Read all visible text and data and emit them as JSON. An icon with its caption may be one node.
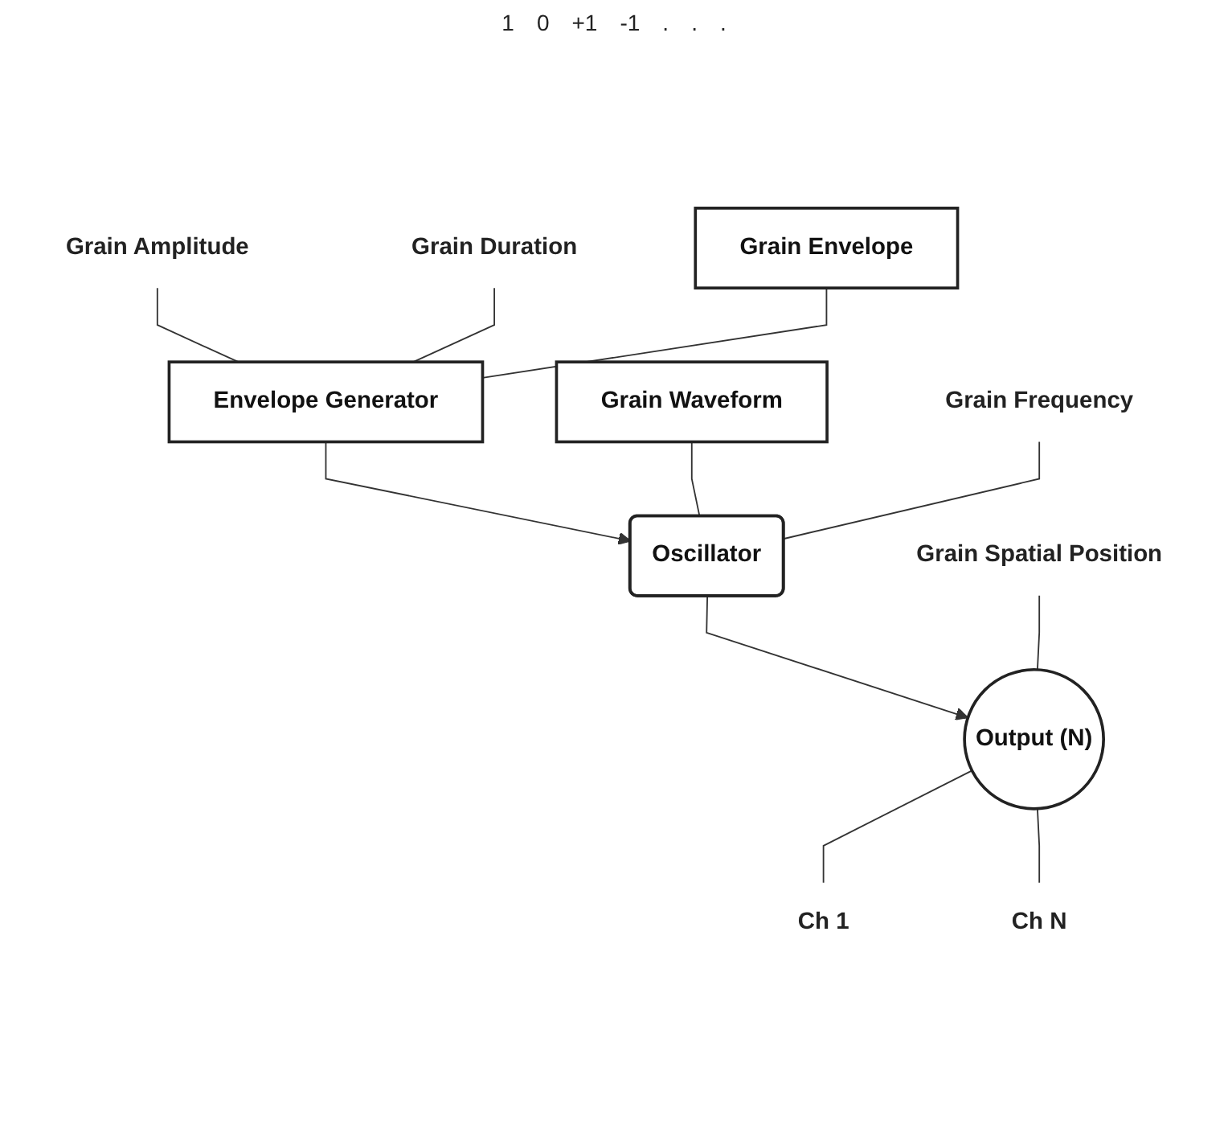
{
  "diagram": {
    "nodes": [
      {
        "text": [
          "Grain Amplitude"
        ]
      },
      {
        "text": [
          "Grain Duration"
        ]
      },
      {
        "text": [
          "Grain Envelope"
        ]
      },
      {
        "text": [
          "Envelope Generator"
        ]
      },
      {
        "text": [
          "Grain Waveform"
        ]
      },
      {
        "text": [
          "Oscillator"
        ]
      },
      {
        "text": [
          "Grain Frequency"
        ]
      },
      {
        "text": [
          "Grain Spatial Position"
        ]
      },
      {
        "text": [
          "Output (N)"
        ]
      },
      {
        "text": [
          "Ch 1"
        ]
      },
      {
        "text": [
          "Ch N"
        ]
      }
    ],
    "edges": [
      {
        "from": 0,
        "to": 3,
        "arrow": "none"
      },
      {
        "from": 1,
        "to": 3,
        "arrow": "none"
      },
      {
        "from": 2,
        "to": 3,
        "arrow": "none"
      },
      {
        "from": 3,
        "to": 5,
        "arrow": "to"
      },
      {
        "from": 4,
        "to": 5,
        "arrow": "none"
      },
      {
        "from": 6,
        "to": 5,
        "arrow": "none"
      },
      {
        "from": 5,
        "to": 8,
        "arrow": "to"
      },
      {
        "from": 7,
        "to": 8,
        "arrow": "none"
      },
      {
        "from": 8,
        "to": 9,
        "arrow": "none"
      },
      {
        "from": 8,
        "to": 10,
        "arrow": "none"
      }
    ],
    "labels": [
      "1",
      "0",
      "+1",
      "-1",
      ".",
      ".",
      "."
    ]
  }
}
